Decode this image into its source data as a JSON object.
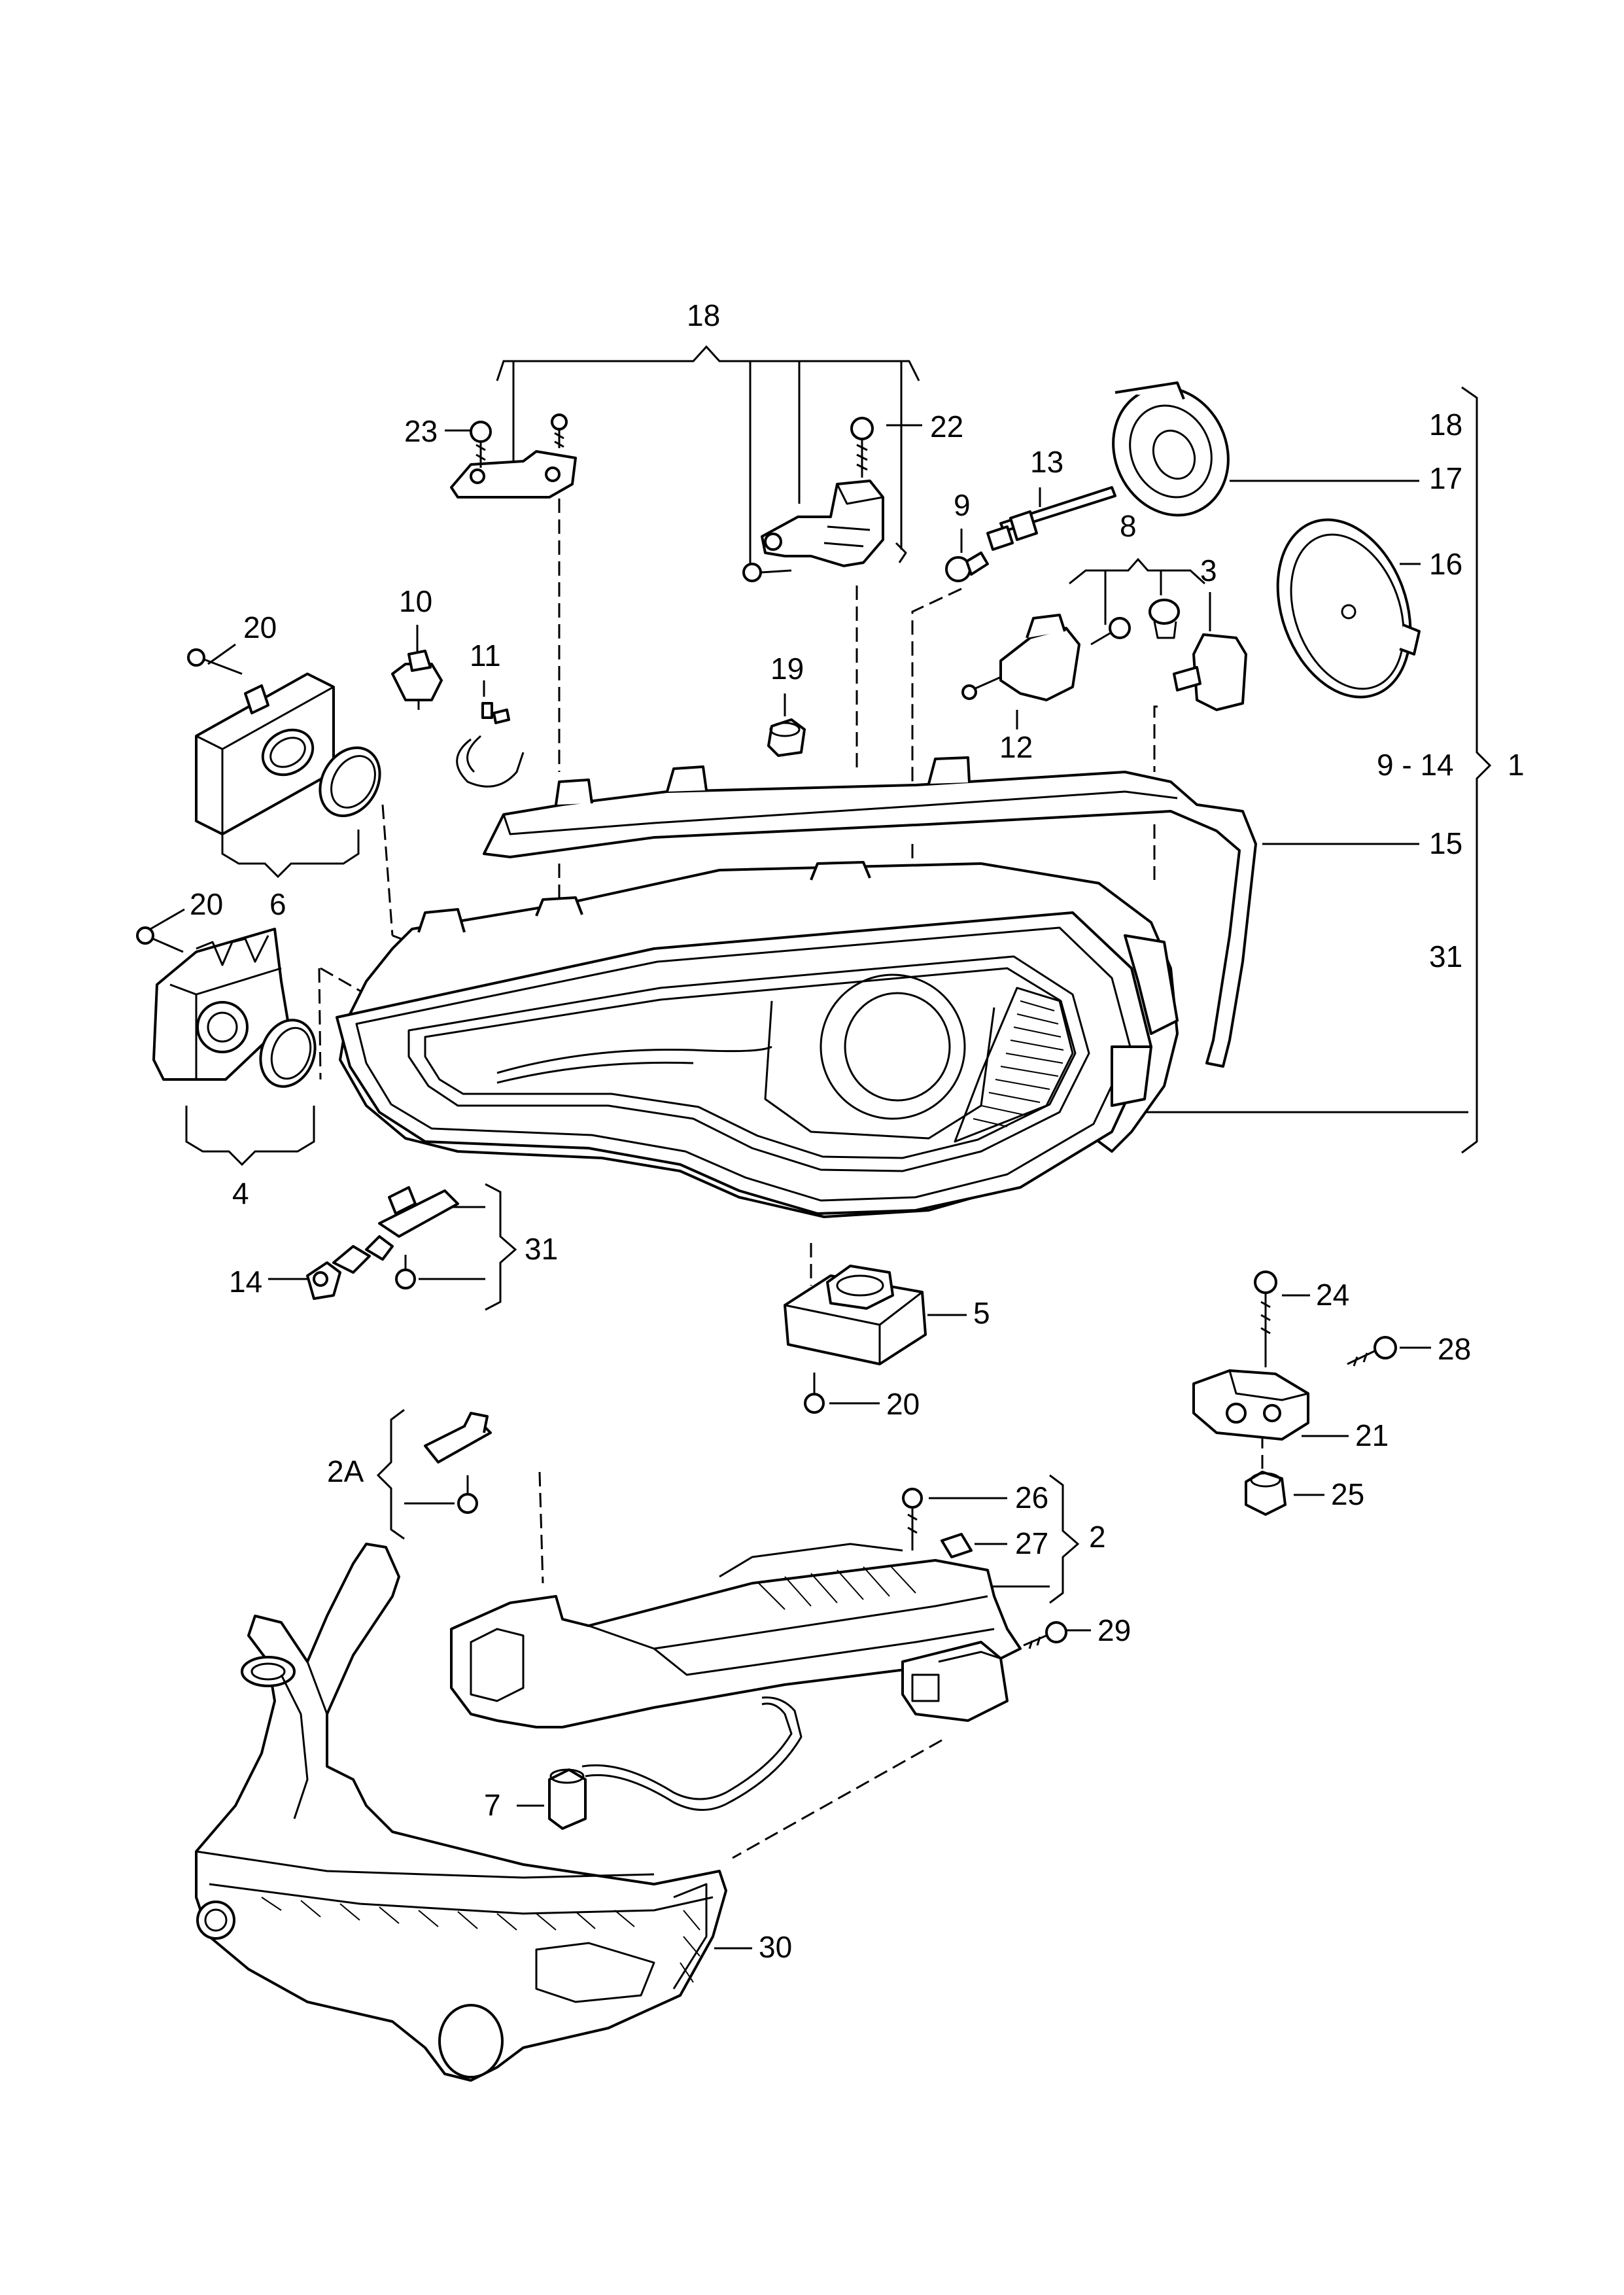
{
  "callouts": {
    "c1": "1",
    "c2": "2",
    "c2a": "2A",
    "c3": "3",
    "c4": "4",
    "c5": "5",
    "c6": "6",
    "c7": "7",
    "c8": "8",
    "c9": "9",
    "c10": "10",
    "c11": "11",
    "c12": "12",
    "c13": "13",
    "c14": "14",
    "c15": "15",
    "c16": "16",
    "c17": "17",
    "c18_top": "18",
    "c18_right": "18",
    "c19": "19",
    "c20_a": "20",
    "c20_b": "20",
    "c20_c": "20",
    "c21": "21",
    "c22": "22",
    "c23": "23",
    "c24": "24",
    "c25": "25",
    "c26": "26",
    "c27": "27",
    "c28": "28",
    "c29": "29",
    "c30": "30",
    "c31_right": "31",
    "c31_left": "31",
    "range_9_14": "9 - 14"
  }
}
